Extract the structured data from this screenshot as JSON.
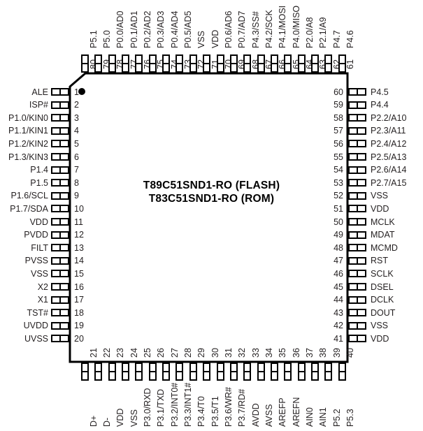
{
  "diagram": {
    "title_lines": [
      "T89C51SND1-RO (FLASH)",
      "T83C51SND1-RO (ROM)"
    ],
    "package": "80-pin quad flat package, chamfered pin-1 corner",
    "pin_count": 80,
    "pin1_marker": "dot"
  },
  "colors": {
    "outline": "#000000",
    "text": "#231f20",
    "background": "#ffffff",
    "lead_fill": "#ffffff"
  },
  "pins": {
    "left": [
      {
        "num": "1",
        "label": "ALE"
      },
      {
        "num": "2",
        "label": "ISP#"
      },
      {
        "num": "3",
        "label": "P1.0/KIN0"
      },
      {
        "num": "4",
        "label": "P1.1/KIN1"
      },
      {
        "num": "5",
        "label": "P1.2/KIN2"
      },
      {
        "num": "6",
        "label": "P1.3/KIN3"
      },
      {
        "num": "7",
        "label": "P1.4"
      },
      {
        "num": "8",
        "label": "P1.5"
      },
      {
        "num": "9",
        "label": "P1.6/SCL"
      },
      {
        "num": "10",
        "label": "P1.7/SDA"
      },
      {
        "num": "11",
        "label": "VDD"
      },
      {
        "num": "12",
        "label": "PVDD"
      },
      {
        "num": "13",
        "label": "FILT"
      },
      {
        "num": "14",
        "label": "PVSS"
      },
      {
        "num": "15",
        "label": "VSS"
      },
      {
        "num": "16",
        "label": "X2"
      },
      {
        "num": "17",
        "label": "X1"
      },
      {
        "num": "18",
        "label": "TST#"
      },
      {
        "num": "19",
        "label": "UVDD"
      },
      {
        "num": "20",
        "label": "UVSS"
      }
    ],
    "bottom": [
      {
        "num": "21",
        "label": "D+"
      },
      {
        "num": "22",
        "label": "D-"
      },
      {
        "num": "23",
        "label": "VDD"
      },
      {
        "num": "24",
        "label": "VSS"
      },
      {
        "num": "25",
        "label": "P3.0/RXD"
      },
      {
        "num": "26",
        "label": "P3.1/TXD"
      },
      {
        "num": "27",
        "label": "P3.2/INT0#"
      },
      {
        "num": "28",
        "label": "P3.3/INT1#"
      },
      {
        "num": "29",
        "label": "P3.4/T0"
      },
      {
        "num": "30",
        "label": "P3.5/T1"
      },
      {
        "num": "31",
        "label": "P3.6/WR#"
      },
      {
        "num": "32",
        "label": "P3.7/RD#"
      },
      {
        "num": "33",
        "label": "AVDD"
      },
      {
        "num": "34",
        "label": "AVSS"
      },
      {
        "num": "35",
        "label": "AREFP"
      },
      {
        "num": "36",
        "label": "AREFN"
      },
      {
        "num": "37",
        "label": "AIN0"
      },
      {
        "num": "38",
        "label": "AIN1"
      },
      {
        "num": "39",
        "label": "P5.2"
      },
      {
        "num": "40",
        "label": "P5.3"
      }
    ],
    "right": [
      {
        "num": "60",
        "label": "P4.5"
      },
      {
        "num": "59",
        "label": "P4.4"
      },
      {
        "num": "58",
        "label": "P2.2/A10"
      },
      {
        "num": "57",
        "label": "P2.3/A11"
      },
      {
        "num": "56",
        "label": "P2.4/A12"
      },
      {
        "num": "55",
        "label": "P2.5/A13"
      },
      {
        "num": "54",
        "label": "P2.6/A14"
      },
      {
        "num": "53",
        "label": "P2.7/A15"
      },
      {
        "num": "52",
        "label": "VSS"
      },
      {
        "num": "51",
        "label": "VDD"
      },
      {
        "num": "50",
        "label": "MCLK"
      },
      {
        "num": "49",
        "label": "MDAT"
      },
      {
        "num": "48",
        "label": "MCMD"
      },
      {
        "num": "47",
        "label": "RST"
      },
      {
        "num": "46",
        "label": "SCLK"
      },
      {
        "num": "45",
        "label": "DSEL"
      },
      {
        "num": "44",
        "label": "DCLK"
      },
      {
        "num": "43",
        "label": "DOUT"
      },
      {
        "num": "42",
        "label": "VSS"
      },
      {
        "num": "41",
        "label": "VDD"
      }
    ],
    "top": [
      {
        "num": "80",
        "label": "P5.1"
      },
      {
        "num": "79",
        "label": "P5.0"
      },
      {
        "num": "78",
        "label": "P0.0/AD0"
      },
      {
        "num": "77",
        "label": "P0.1/AD1"
      },
      {
        "num": "76",
        "label": "P0.2/AD2"
      },
      {
        "num": "75",
        "label": "P0.3/AD3"
      },
      {
        "num": "74",
        "label": "P0.4/AD4"
      },
      {
        "num": "73",
        "label": "P0.5/AD5"
      },
      {
        "num": "72",
        "label": "VSS"
      },
      {
        "num": "71",
        "label": "VDD"
      },
      {
        "num": "70",
        "label": "P0.6/AD6"
      },
      {
        "num": "69",
        "label": "P0.7/AD7"
      },
      {
        "num": "68",
        "label": "P4.3/SS#"
      },
      {
        "num": "67",
        "label": "P4.2/SCK"
      },
      {
        "num": "66",
        "label": "P4.1/MOSI"
      },
      {
        "num": "65",
        "label": "P4.0/MISO"
      },
      {
        "num": "64",
        "label": "P2.0/A8"
      },
      {
        "num": "63",
        "label": "P2.1/A9"
      },
      {
        "num": "62",
        "label": "P4.7"
      },
      {
        "num": "61",
        "label": "P4.6"
      }
    ]
  }
}
